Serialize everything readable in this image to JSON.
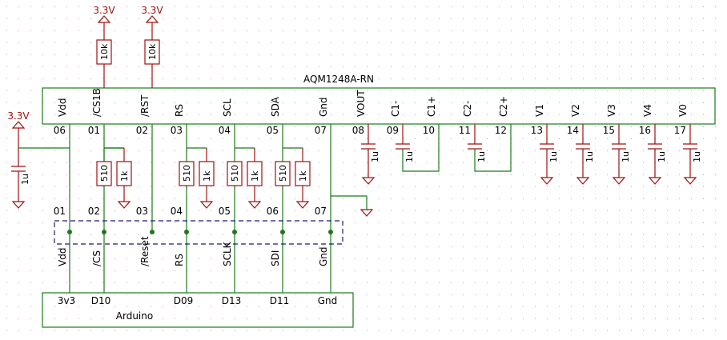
{
  "colors": {
    "wire": "#1a7a1a",
    "component": "#a01010",
    "connector": "#1a1a7a",
    "text": "#000000"
  },
  "lcd": {
    "name": "AQM1248A-RN",
    "pins": [
      {
        "num": "06",
        "name": "Vdd"
      },
      {
        "num": "01",
        "name": "/CS1B"
      },
      {
        "num": "02",
        "name": "/RST"
      },
      {
        "num": "03",
        "name": "RS"
      },
      {
        "num": "04",
        "name": "SCL"
      },
      {
        "num": "05",
        "name": "SDA"
      },
      {
        "num": "07",
        "name": "Gnd"
      },
      {
        "num": "08",
        "name": "VOUT"
      },
      {
        "num": "09",
        "name": "C1-"
      },
      {
        "num": "10",
        "name": "C1+"
      },
      {
        "num": "11",
        "name": "C2-"
      },
      {
        "num": "12",
        "name": "C2+"
      },
      {
        "num": "13",
        "name": "V1"
      },
      {
        "num": "14",
        "name": "V2"
      },
      {
        "num": "15",
        "name": "V3"
      },
      {
        "num": "16",
        "name": "V4"
      },
      {
        "num": "17",
        "name": "V0"
      }
    ]
  },
  "power": {
    "label": "3.3V"
  },
  "pullups": [
    {
      "value": "10k",
      "net": "/CS1B"
    },
    {
      "value": "10k",
      "net": "/RST"
    }
  ],
  "dividers": [
    {
      "series": "510",
      "shunt": "1k",
      "net": "/CS"
    },
    {
      "series": "510",
      "shunt": "1k",
      "net": "RS"
    },
    {
      "series": "510",
      "shunt": "1k",
      "net": "SCLK"
    },
    {
      "series": "510",
      "shunt": "1k",
      "net": "SDI"
    }
  ],
  "capacitors": {
    "value": "1u"
  },
  "connector": {
    "pins": [
      {
        "num": "01",
        "name": "Vdd"
      },
      {
        "num": "02",
        "name": "/CS"
      },
      {
        "num": "03",
        "name": "/Reset"
      },
      {
        "num": "04",
        "name": "RS"
      },
      {
        "num": "05",
        "name": "SCLK"
      },
      {
        "num": "06",
        "name": "SDI"
      },
      {
        "num": "07",
        "name": "Gnd"
      }
    ]
  },
  "arduino": {
    "name": "Arduino",
    "pins": [
      "3v3",
      "D10",
      "",
      "D09",
      "D13",
      "D11",
      "Gnd"
    ]
  }
}
